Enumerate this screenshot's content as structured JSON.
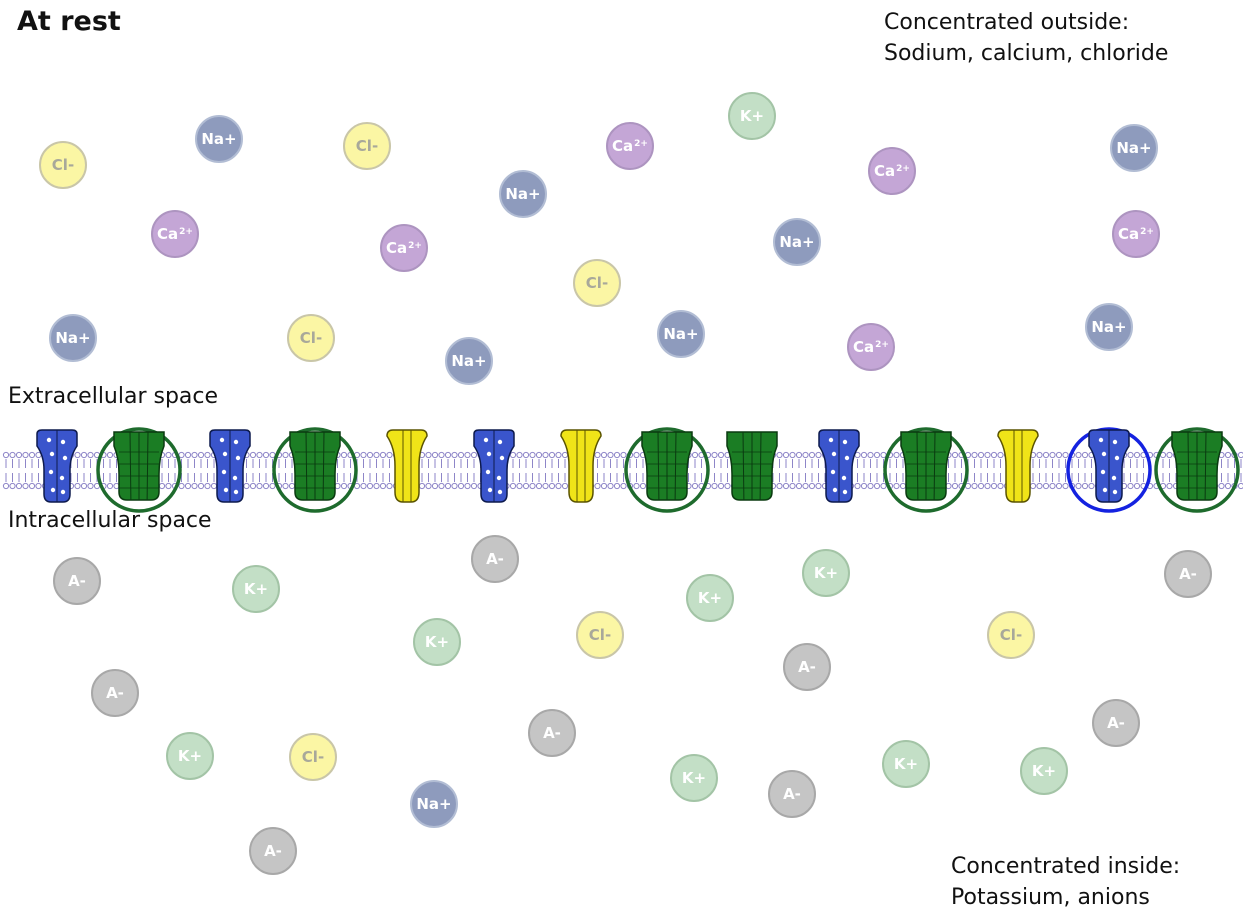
{
  "title": "At rest",
  "notes": {
    "outside_line1": "Concentrated outside:",
    "outside_line2": "Sodium, calcium, chloride",
    "inside_line1": "Concentrated inside:",
    "inside_line2": "Potassium, anions"
  },
  "labels": {
    "extracellular": "Extracellular space",
    "intracellular": "Intracellular space"
  },
  "ion_types": {
    "Na": {
      "label": "Na+",
      "fill": "#8e9bbd",
      "stroke": "#b2bdd4"
    },
    "Ca": {
      "label": "Ca",
      "sup": "2+",
      "fill": "#c4a6d6",
      "stroke": "#ad94c0"
    },
    "Cl": {
      "label": "Cl-",
      "fill": "#fbf6a4",
      "stroke": "#c9c6a8"
    },
    "K": {
      "label": "K+",
      "fill": "#c3dfc6",
      "stroke": "#a3c4a6"
    },
    "A": {
      "label": "A-",
      "fill": "#c5c5c5",
      "stroke": "#a8a8a8"
    }
  },
  "channel_colors": {
    "blue": "#3a55cc",
    "green": "#1b7d24",
    "yellow": "#f0e418",
    "highlight_green": "#1e6b2d",
    "highlight_blue": "#1422e0",
    "lipid": "#8e86c8"
  },
  "channels": [
    {
      "type": "blue"
    },
    {
      "type": "green",
      "ring": "green"
    },
    {
      "type": "blue"
    },
    {
      "type": "green",
      "ring": "green"
    },
    {
      "type": "yellow"
    },
    {
      "type": "blue"
    },
    {
      "type": "yellow"
    },
    {
      "type": "green",
      "ring": "green"
    },
    {
      "type": "green"
    },
    {
      "type": "blue"
    },
    {
      "type": "green",
      "ring": "green"
    },
    {
      "type": "yellow"
    },
    {
      "type": "blue",
      "ring": "blue"
    },
    {
      "type": "green",
      "ring": "green"
    }
  ]
}
